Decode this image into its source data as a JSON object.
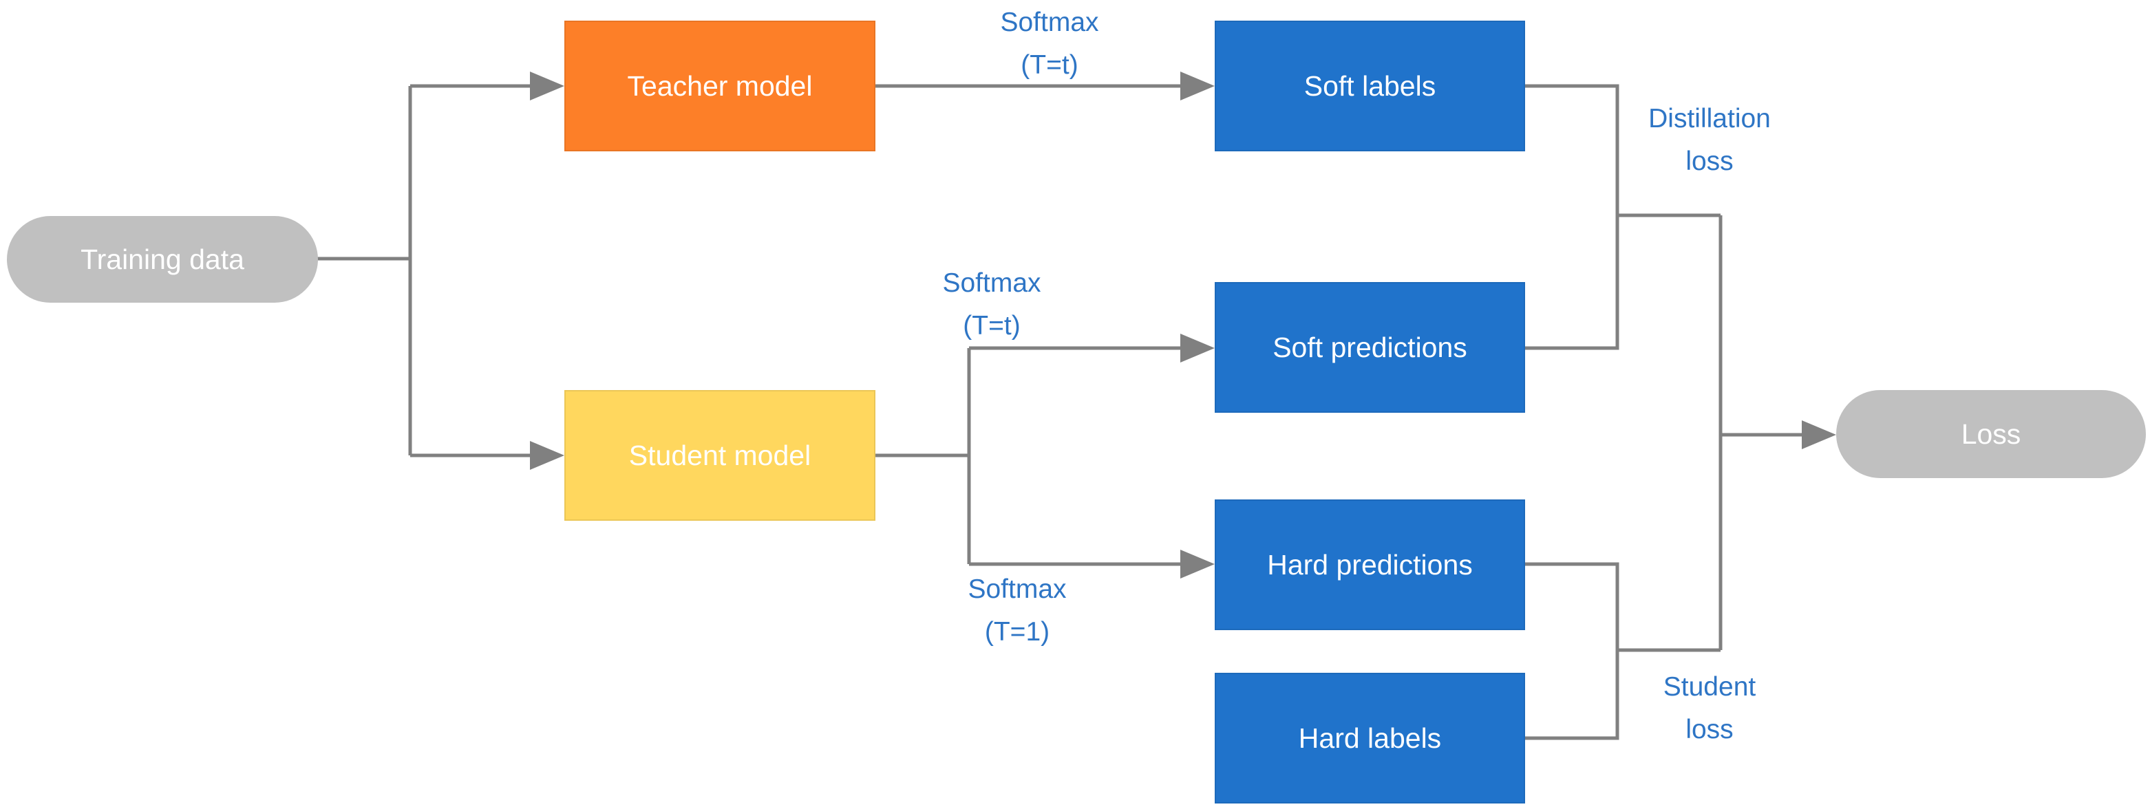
{
  "nodes": {
    "training_data": "Training data",
    "teacher_model": "Teacher model",
    "student_model": "Student model",
    "soft_labels": "Soft labels",
    "soft_predictions": "Soft predictions",
    "hard_predictions": "Hard predictions",
    "hard_labels": "Hard labels",
    "loss": "Loss"
  },
  "edge_labels": {
    "teacher_softmax": {
      "line1": "Softmax",
      "line2": "(T=t)"
    },
    "student_soft_softmax": {
      "line1": "Softmax",
      "line2": "(T=t)"
    },
    "student_hard_softmax": {
      "line1": "Softmax",
      "line2": "(T=1)"
    },
    "distillation_loss": {
      "line1": "Distillation",
      "line2": "loss"
    },
    "student_loss": {
      "line1": "Student",
      "line2": "loss"
    }
  },
  "colors": {
    "teacher": "#fd7f28",
    "student": "#ffd75e",
    "output_box": "#2073cb",
    "terminal": "#c0c0c0",
    "connector": "#808080",
    "label_text": "#2e75c5"
  }
}
